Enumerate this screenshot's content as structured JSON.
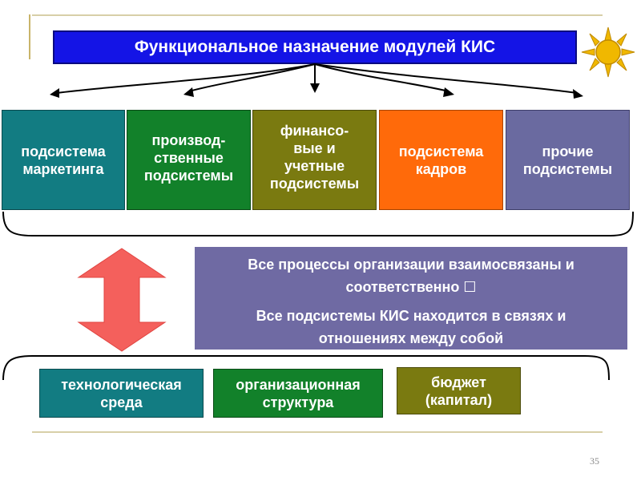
{
  "title": "Функциональное назначение модулей КИС",
  "subsystems": [
    {
      "lines": [
        "подсистема",
        "маркетинга"
      ]
    },
    {
      "lines": [
        "производ-",
        "ственные",
        "подсистемы"
      ]
    },
    {
      "lines": [
        "финансо-",
        "вые и",
        "учетные",
        "подсистемы"
      ]
    },
    {
      "lines": [
        "подсистема",
        "кадров"
      ]
    },
    {
      "lines": [
        "прочие",
        "подсистемы"
      ]
    }
  ],
  "info": {
    "line1": "Все процессы организации взаимосвязаны и",
    "line2": "соответственно ☐",
    "line3": "Все подсистемы КИС находится в связях и",
    "line4": "отношениях между собой"
  },
  "foundations": [
    {
      "lines": [
        "технологическая",
        "среда"
      ]
    },
    {
      "lines": [
        "организационная",
        "структура"
      ]
    },
    {
      "lines": [
        "бюджет",
        "(капитал)"
      ]
    }
  ],
  "colors": {
    "title_bg": "#1414e6",
    "teal": "#127c82",
    "green": "#12812a",
    "olive": "#7a7a10",
    "orange": "#ff6a0a",
    "purple": "#6a6aa0",
    "arrow": "#f4605c",
    "sun": "#f0b800"
  },
  "icons": [
    "sun-icon",
    "double-arrow-icon"
  ],
  "page_number": "35"
}
